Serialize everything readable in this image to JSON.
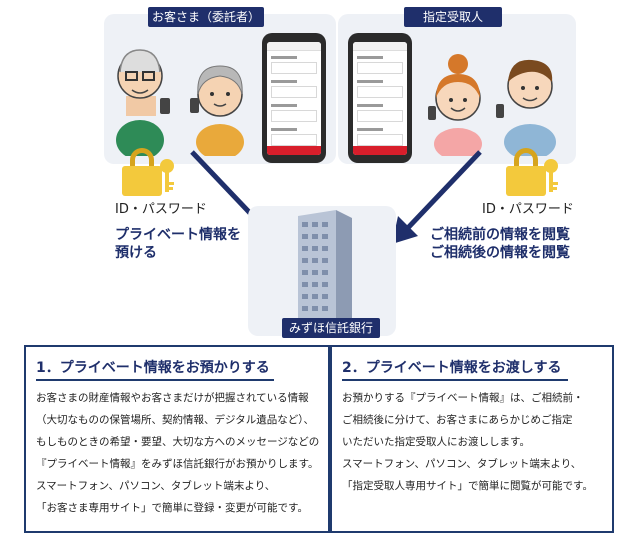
{
  "customer_tag": "お客さま（委託者）",
  "recipient_tag": "指定受取人",
  "left_id_label": "ID・パスワード",
  "right_id_label": "ID・パスワード",
  "deposit_text": [
    "プライベート情報を",
    "預ける"
  ],
  "view_text": [
    "ご相続前の情報を閲覧",
    "ご相続後の情報を閲覧"
  ],
  "bank_label": "みずほ信託銀行",
  "box1": {
    "title": "1．プライベート情報をお預かりする",
    "lines": [
      "お客さまの財産情報やお客さまだけが把握されている情報",
      "（大切なものの保管場所、契約情報、デジタル遺品など）、",
      "もしものときの希望・要望、大切な方へのメッセージなどの",
      "『プライベート情報』をみずほ信託銀行がお預かりします。",
      "スマートフォン、パソコン、タブレット端末より、",
      "「お客さま専用サイト」で簡単に登録・変更が可能です。"
    ]
  },
  "box2": {
    "title": "2．プライベート情報をお渡しする",
    "lines": [
      "お預かりする『プライベート情報』は、ご相続前・",
      "ご相続後に分けて、お客さまにあらかじめご指定",
      "いただいた指定受取人にお渡しします。",
      "スマートフォン、パソコン、タブレット端末より、",
      "「指定受取人専用サイト」で簡単に閲覧が可能です。"
    ]
  },
  "colors": {
    "navy": "#1f2f6b",
    "panel": "#eef1f6",
    "lock": "#f3c93c",
    "phone_button": "#d81e2b"
  }
}
